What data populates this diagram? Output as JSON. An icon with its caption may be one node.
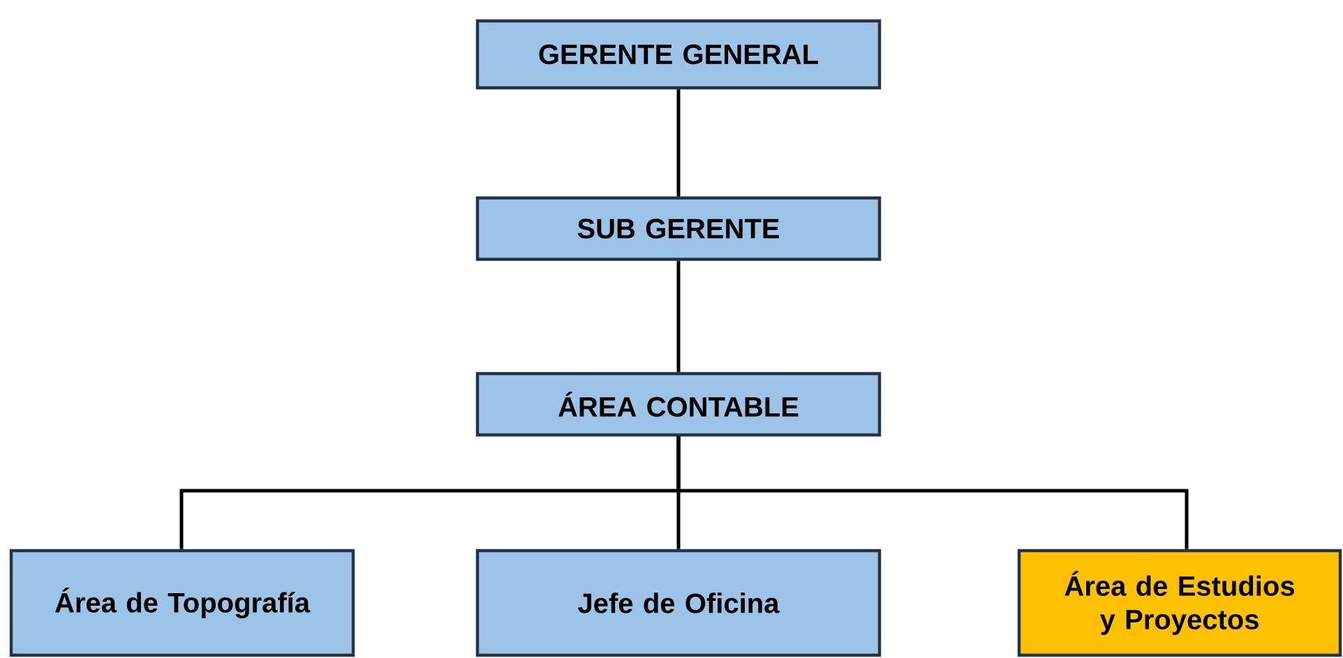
{
  "diagram": {
    "nodes": [
      {
        "text": [
          "GERENTE GENERAL"
        ]
      },
      {
        "text": [
          "SUB GERENTE"
        ]
      },
      {
        "text": [
          "ÁREA CONTABLE"
        ]
      },
      {
        "text": [
          "Área de Topografía"
        ]
      },
      {
        "text": [
          "Jefe de Oficina"
        ]
      },
      {
        "text": [
          "Área de Estudios y Proyectos"
        ]
      }
    ],
    "edges": [
      {
        "from": 0,
        "to": 1,
        "arrow": "none"
      },
      {
        "from": 1,
        "to": 2,
        "arrow": "none"
      },
      {
        "from": 2,
        "to": 3,
        "arrow": "none"
      },
      {
        "from": 2,
        "to": 4,
        "arrow": "none"
      },
      {
        "from": 2,
        "to": 5,
        "arrow": "none"
      }
    ]
  }
}
